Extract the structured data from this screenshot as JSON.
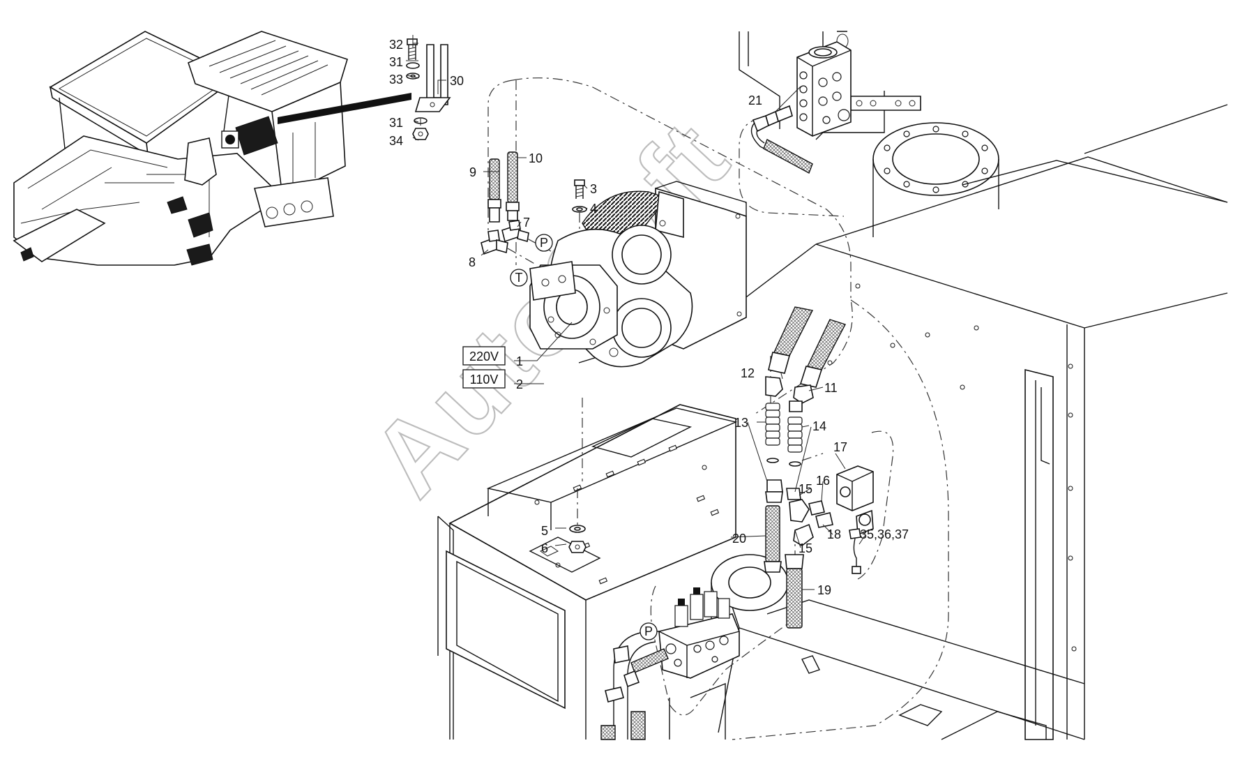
{
  "watermark": "AutoSoft",
  "voltage_options": [
    {
      "label": "220V",
      "ref": "1"
    },
    {
      "label": "110V",
      "ref": "2"
    }
  ],
  "callouts": {
    "c1": "1",
    "c2": "2",
    "c3": "3",
    "c4": "4",
    "c5": "5",
    "c6": "6",
    "c7": "7",
    "c8": "8",
    "c9": "9",
    "c10": "10",
    "c11": "11",
    "c12": "12",
    "c13": "13",
    "c14": "14",
    "c15a": "15",
    "c15b": "15",
    "c16": "16",
    "c17": "17",
    "c18": "18",
    "c19": "19",
    "c20": "20",
    "c21": "21",
    "c30": "30",
    "c31a": "31",
    "c31b": "31",
    "c32": "32",
    "c33": "33",
    "c34": "34",
    "c35": "35,36,37"
  },
  "port_markers": {
    "pressure": "P",
    "tank": "T",
    "block_pressure": "P"
  }
}
